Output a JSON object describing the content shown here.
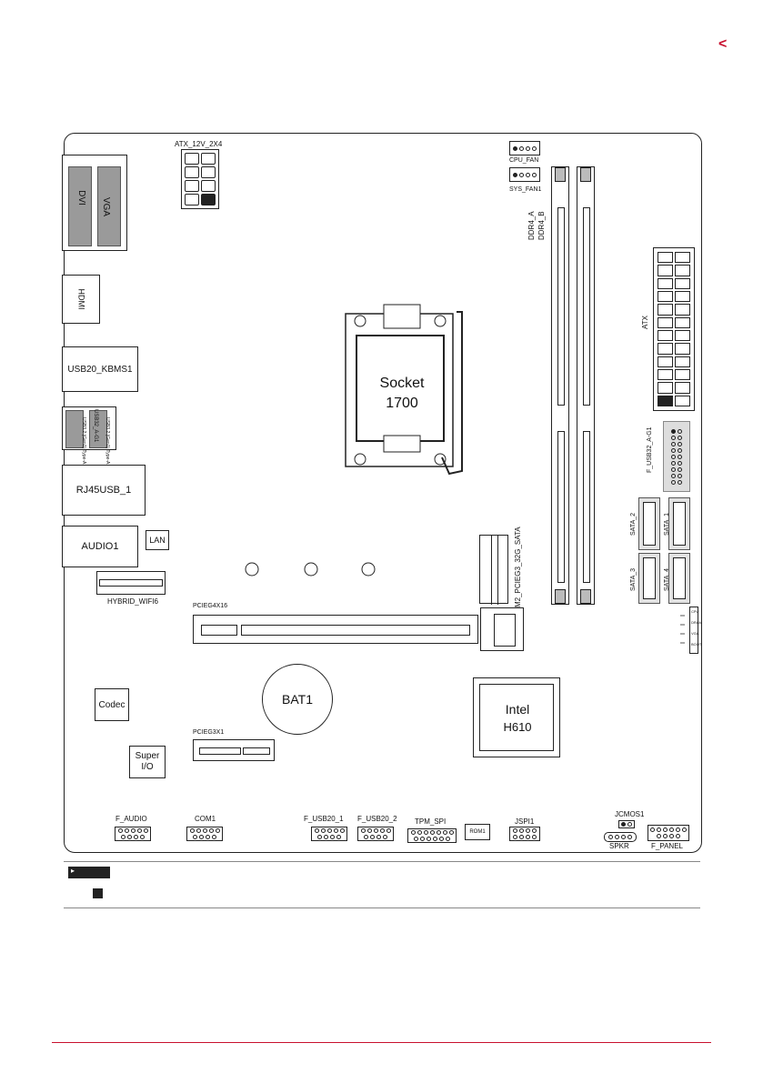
{
  "page": {
    "corner_mark": "<",
    "note_label": ""
  },
  "io": {
    "dvi": "DVI",
    "vga": "VGA",
    "hdmi": "HDMI",
    "usb20_kbms": "USB20_KBMS1",
    "usb32_a_g1": "USB32_A-G1",
    "usb32_gen1_a": "USB3.2 (Gen1) Type-A",
    "usb32_gen1_b": "USB3.2 (Gen1) Type-A",
    "rj45usb": "RJ45USB_1",
    "audio": "AUDIO1",
    "lan": "LAN"
  },
  "board": {
    "atx_12v": "ATX_12V_2X4",
    "cpu_fan": "CPU_FAN",
    "sys_fan": "SYS_FAN1",
    "ddr4_a": "DDR4_A",
    "ddr4_b": "DDR4_B",
    "atx": "ATX",
    "socket_line1": "Socket",
    "socket_line2": "1700",
    "f_usb32": "F_USB32_A-G1",
    "sata_1": "SATA_1",
    "sata_2": "SATA_2",
    "sata_3": "SATA_3",
    "sata_4": "SATA_4",
    "m2": "M2_PCIEG3_32G_SATA",
    "hybrid_wifi": "HYBRID_WIFI6",
    "pcie_x16": "PCIEG4X16",
    "led_cpu": "CPU",
    "led_dram": "DRAM",
    "led_vga": "VGA",
    "led_boot": "BOOT",
    "codec": "Codec",
    "bat": "BAT1",
    "chipset_line1": "Intel",
    "chipset_line2": "H610",
    "pcie_x1": "PCIEG3X1",
    "superio_line1": "Super",
    "superio_line2": "I/O",
    "f_audio": "F_AUDIO",
    "com1": "COM1",
    "f_usb20_1": "F_USB20_1",
    "f_usb20_2": "F_USB20_2",
    "tpm_spi": "TPM_SPI",
    "rom1": "ROM1",
    "jspi1": "JSPI1",
    "jcmos1": "JCMOS1",
    "spkr": "SPKR",
    "f_panel": "F_PANEL"
  },
  "colors": {
    "accent": "#c8102e",
    "board_line": "#222222",
    "gray": "#9a9a9a"
  }
}
